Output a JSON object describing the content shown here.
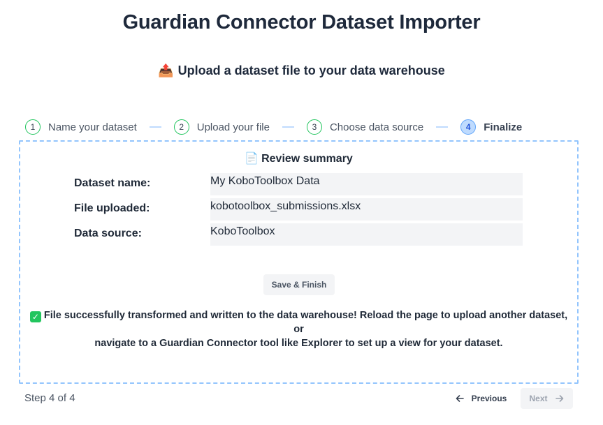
{
  "header": {
    "title": "Guardian Connector Dataset Importer",
    "subtitle_emoji": "📤",
    "subtitle": "Upload a dataset file to your data warehouse"
  },
  "stepper": {
    "steps": [
      {
        "number": "1",
        "label": "Name your dataset",
        "status": "complete"
      },
      {
        "number": "2",
        "label": "Upload your file",
        "status": "complete"
      },
      {
        "number": "3",
        "label": "Choose data source",
        "status": "complete"
      },
      {
        "number": "4",
        "label": "Finalize",
        "status": "active"
      }
    ]
  },
  "review": {
    "heading_emoji": "📄",
    "heading": "Review summary",
    "rows": [
      {
        "label": "Dataset name:",
        "value": "My KoboToolbox Data"
      },
      {
        "label": "File uploaded:",
        "value": "kobotoolbox_submissions.xlsx"
      },
      {
        "label": "Data source:",
        "value": "KoboToolbox"
      }
    ],
    "save_label": "Save & Finish",
    "success_check": "✓",
    "success_line1": "File successfully transformed and written to the data warehouse! Reload the page to upload another dataset, or",
    "success_line2": "navigate to a Guardian Connector tool like Explorer to set up a view for your dataset."
  },
  "footer": {
    "step_indicator": "Step 4 of 4",
    "previous_label": "Previous",
    "next_label": "Next"
  },
  "colors": {
    "complete": "#22c55e",
    "active_fill": "#bfdbfe",
    "active_border": "#60a5fa",
    "panel_border": "#93c5fd"
  }
}
